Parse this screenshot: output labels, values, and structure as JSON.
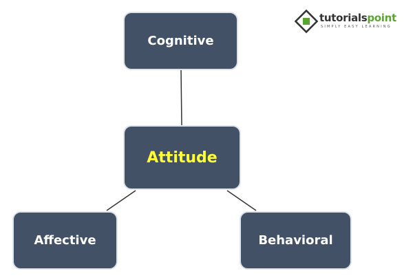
{
  "nodes": {
    "top": "Cognitive",
    "center": "Attitude",
    "left": "Affective",
    "right": "Behavioral"
  },
  "colors": {
    "box": "#435167",
    "center_text": "#ffff33",
    "text": "#ffffff"
  },
  "logo": {
    "name_a": "tutorials",
    "name_b": "point",
    "tagline": "SIMPLY EASY LEARNING"
  }
}
